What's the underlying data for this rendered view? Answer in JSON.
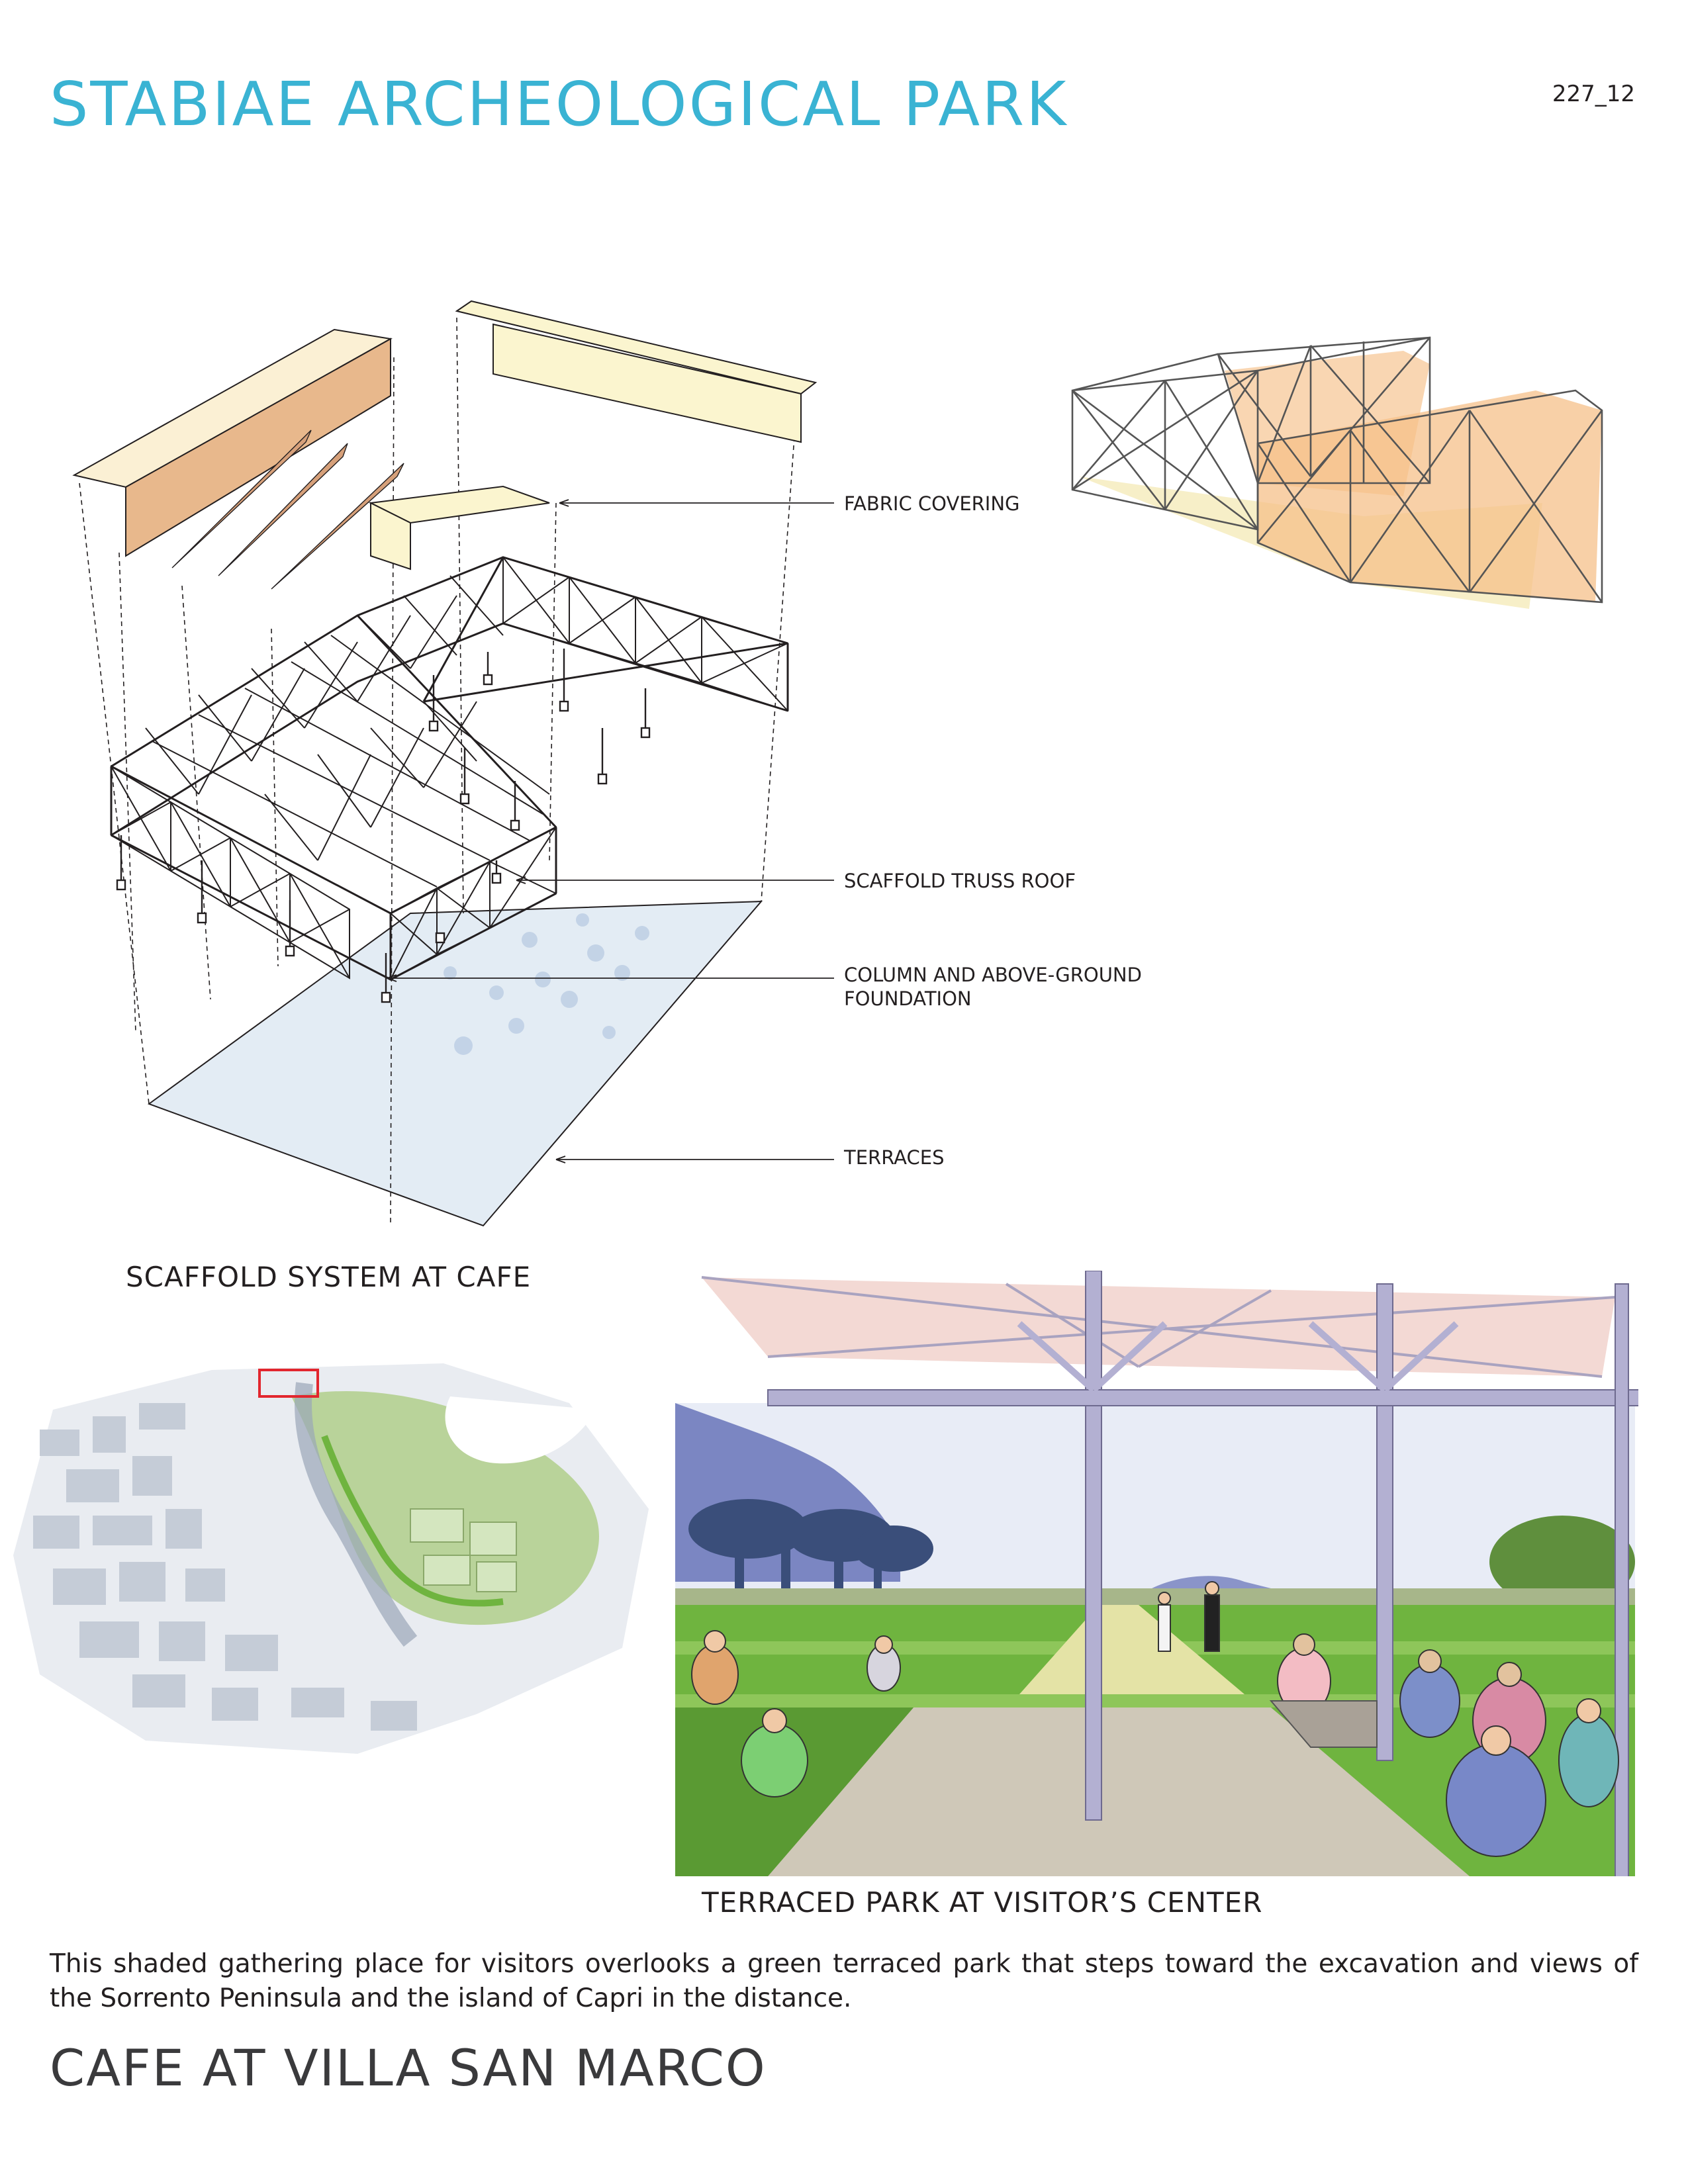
{
  "header": {
    "title": "STABIAE ARCHEOLOGICAL PARK",
    "page_number": "227_12"
  },
  "diagram": {
    "callouts": [
      "FABRIC COVERING",
      "SCAFFOLD TRUSS ROOF",
      "COLUMN AND ABOVE-GROUND",
      "FOUNDATION",
      "TERRACES"
    ],
    "caption": "SCAFFOLD SYSTEM AT CAFE"
  },
  "rendering": {
    "caption": "TERRACED PARK AT VISITOR’S CENTER"
  },
  "body": {
    "description": "This shaded gathering place for visitors overlooks a green terraced park that steps toward the excavation and views of the Sorrento Peninsula and the island of Capri in the distance.",
    "bottom_title": "CAFE AT VILLA SAN MARCO"
  },
  "colors": {
    "title_accent": "#3ab3d3",
    "fabric_tan": "#e8b88c",
    "fabric_cream": "#fbf5cf",
    "terrace_blue": "#dfe9f2",
    "truss_orange": "#f6c089",
    "grass_green": "#6fb43f",
    "sky_blue": "#c5cfe8",
    "mountain_blue": "#7b86c2",
    "map_red": "#e2262e"
  }
}
